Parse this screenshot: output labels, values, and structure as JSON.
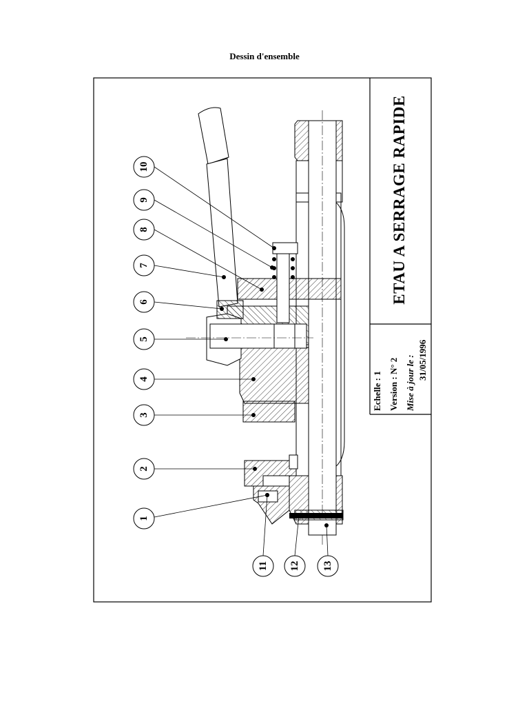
{
  "page": {
    "heading": "Dessin d'ensemble"
  },
  "title_block": {
    "title": "ETAU A SERRAGE RAPIDE",
    "scale": "Echelle : 1",
    "version": "Version : N° 2",
    "updated_label": "Mise à jour le :",
    "updated_date": "31/05/1996"
  },
  "callouts": [
    "1",
    "2",
    "3",
    "4",
    "5",
    "6",
    "7",
    "8",
    "9",
    "10",
    "11",
    "12",
    "13"
  ],
  "colors": {
    "ink": "#000000",
    "paper": "#ffffff"
  }
}
